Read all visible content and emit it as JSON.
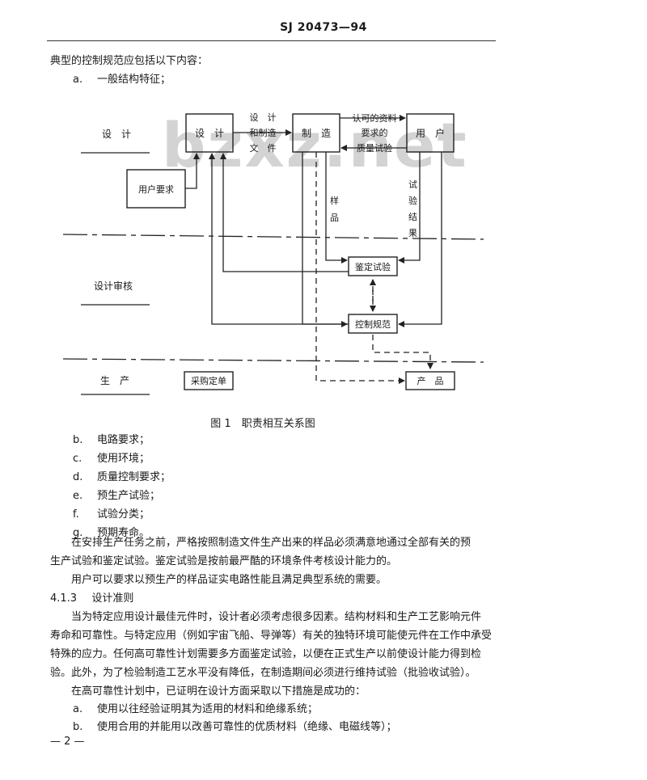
{
  "header": {
    "standard_code": "SJ 20473—94"
  },
  "intro": "典型的控制规范应包括以下内容：",
  "item_a": {
    "label": "a.",
    "text": "一般结构特征；"
  },
  "figure": {
    "watermark": "bzxz.net",
    "lanes": [
      "设　计",
      "设计审核",
      "生　产"
    ],
    "boxes": {
      "design": "设　计",
      "manufacture": "制　造",
      "user": "用　户",
      "user_requirements": "用户要求",
      "qualification_test": "鉴定试验",
      "control_spec": "控制规范",
      "purchase_order": "采购定单",
      "product": "产　品"
    },
    "labels": {
      "design_docs": [
        "设　计",
        "和制造",
        "文　件"
      ],
      "approved_data": [
        "认可的资料",
        "要求的",
        "质量试验"
      ],
      "sample": [
        "样",
        "品"
      ],
      "test_results": [
        "试",
        "验",
        "结",
        "果"
      ]
    },
    "caption": "图 1　职责相互关系图"
  },
  "list_items": [
    {
      "label": "b.",
      "text": "电路要求；"
    },
    {
      "label": "c.",
      "text": "使用环境；"
    },
    {
      "label": "d.",
      "text": "质量控制要求；"
    },
    {
      "label": "e.",
      "text": "预生产试验；"
    },
    {
      "label": "f.",
      "text": "试验分类；"
    },
    {
      "label": "g.",
      "text": "预期寿命。"
    }
  ],
  "para1": [
    "在安排生产任务之前，严格按照制造文件生产出来的样品必须满意地通过全部有关的预",
    "生产试验和鉴定试验。鉴定试验是按前最严酷的环境条件考核设计能力的。"
  ],
  "para2": "用户可以要求以预生产的样品证实电路性能且满足典型系统的需要。",
  "section": {
    "number": "4.1.3",
    "title": "设计准则"
  },
  "para3": [
    "当为特定应用设计最佳元件时，设计者必须考虑很多因素。结构材料和生产工艺影响元件",
    "寿命和可靠性。与特定应用（例如宇宙飞船、导弹等）有关的独特环境可能使元件在工作中承受",
    "特殊的应力。任何高可靠性计划需要多方面鉴定试验，以便在正式生产以前使设计能力得到检",
    "验。此外，为了检验制造工艺水平没有降低，在制造期间必须进行维持试验（批验收试验）。"
  ],
  "para4": "在高可靠性计划中，已证明在设计方面采取以下措施是成功的：",
  "bottom_items": [
    {
      "label": "a.",
      "text": "使用以往经验证明其为适用的材料和绝缘系统；"
    },
    {
      "label": "b.",
      "text": "使用合用的并能用以改善可靠性的优质材料（绝缘、电磁线等）；"
    }
  ],
  "page_number": "— 2 —"
}
